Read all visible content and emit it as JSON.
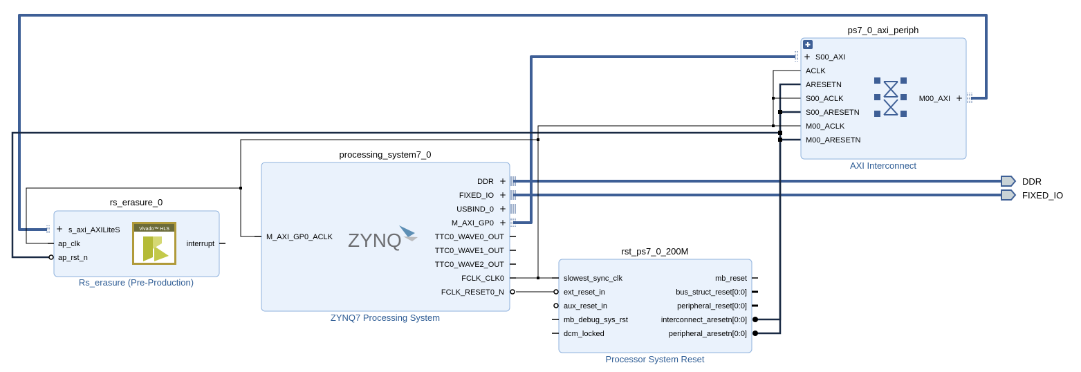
{
  "rs_erasure": {
    "name": "rs_erasure_0",
    "subtitle": "Rs_erasure (Pre-Production)",
    "logo_text": "Vivado™ HLS",
    "ports_left": [
      "s_axi_AXILiteS",
      "ap_clk",
      "ap_rst_n"
    ],
    "ports_right": [
      "interrupt"
    ]
  },
  "zynq": {
    "name": "processing_system7_0",
    "subtitle": "ZYNQ7 Processing System",
    "logo_text": "ZYNQ",
    "ports_left": [
      "M_AXI_GP0_ACLK"
    ],
    "ports_right": [
      "DDR",
      "FIXED_IO",
      "USBIND_0",
      "M_AXI_GP0",
      "TTC0_WAVE0_OUT",
      "TTC0_WAVE1_OUT",
      "TTC0_WAVE2_OUT",
      "FCLK_CLK0",
      "FCLK_RESET0_N"
    ]
  },
  "rst": {
    "name": "rst_ps7_0_200M",
    "subtitle": "Processor System Reset",
    "ports_left": [
      "slowest_sync_clk",
      "ext_reset_in",
      "aux_reset_in",
      "mb_debug_sys_rst",
      "dcm_locked"
    ],
    "ports_right": [
      "mb_reset",
      "bus_struct_reset[0:0]",
      "peripheral_reset[0:0]",
      "interconnect_aresetn[0:0]",
      "peripheral_aresetn[0:0]"
    ]
  },
  "axi": {
    "name": "ps7_0_axi_periph",
    "subtitle": "AXI Interconnect",
    "ports_left": [
      "S00_AXI",
      "ACLK",
      "ARESETN",
      "S00_ACLK",
      "S00_ARESETN",
      "M00_ACLK",
      "M00_ARESETN"
    ],
    "ports_right": [
      "M00_AXI"
    ]
  },
  "external_ports": [
    "DDR",
    "FIXED_IO"
  ],
  "colors": {
    "block_fill": "#eaf2fc",
    "block_border": "#8fb2dd",
    "bus": "#3e5f96",
    "subtitle": "#2f5d95"
  }
}
